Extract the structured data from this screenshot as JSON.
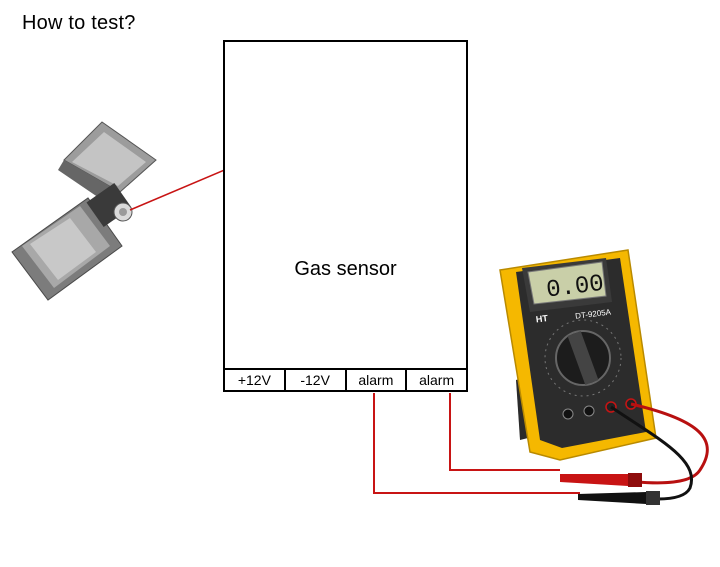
{
  "title": "How to test?",
  "sensor": {
    "label": "Gas sensor",
    "terminals": [
      "+12V",
      "-12V",
      "alarm",
      "alarm"
    ]
  },
  "multimeter": {
    "display": "0.00",
    "brand": "HT",
    "model": "DT-9205A"
  },
  "colors": {
    "wire": "#c81414",
    "body": "#f5b800",
    "lighter": "#8c8c8c"
  },
  "icons": [
    "lighter-icon",
    "sensor-element-icon",
    "multimeter-icon",
    "test-probe-icon"
  ]
}
